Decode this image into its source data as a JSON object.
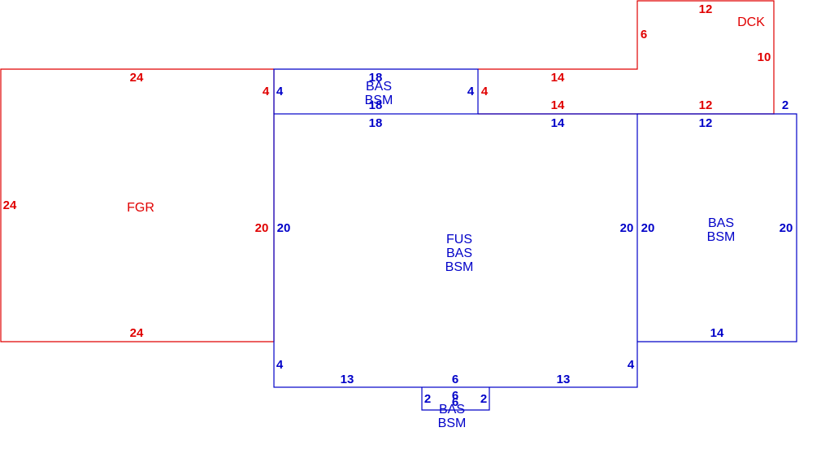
{
  "colors": {
    "red": "#e00000",
    "blue": "#0000c8"
  },
  "areas": {
    "fgr": {
      "lines": [
        "FGR"
      ],
      "color": "red"
    },
    "dck": {
      "lines": [
        "DCK"
      ],
      "color": "red"
    },
    "main": {
      "lines": [
        "FUS",
        "BAS",
        "BSM"
      ],
      "color": "blue"
    },
    "top_bump": {
      "lines": [
        "BAS",
        "BSM"
      ],
      "color": "blue"
    },
    "right_wing": {
      "lines": [
        "BAS",
        "BSM"
      ],
      "color": "blue"
    },
    "bay": {
      "lines": [
        "BAS",
        "BSM"
      ],
      "color": "blue"
    }
  },
  "dimensions": {
    "fgr_top": "24",
    "fgr_left": "24",
    "fgr_right": "20",
    "fgr_bottom": "24",
    "top_bump_top": "18",
    "top_bump_bottom": "18",
    "top_bump_left_red": "4",
    "top_bump_left_blue": "4",
    "top_bump_right_blue": "4",
    "top_bump_right_red": "4",
    "main_top_left": "18",
    "main_top_right": "14",
    "main_left": "20",
    "main_right": "20",
    "main_lower_left": "4",
    "main_lower_right": "4",
    "main_bottom_left": "13",
    "main_bottom_mid": "6",
    "main_bottom_right": "13",
    "dck_top": "12",
    "dck_left": "6",
    "dck_right": "10",
    "dck_upper_red": "14",
    "dck_lower_red": "14",
    "dck_bottom": "12",
    "wing_step": "2",
    "wing_top": "12",
    "wing_left": "20",
    "wing_right": "20",
    "wing_bottom": "14",
    "bay_left": "2",
    "bay_top": "6",
    "bay_bottom": "6",
    "bay_right": "2"
  }
}
